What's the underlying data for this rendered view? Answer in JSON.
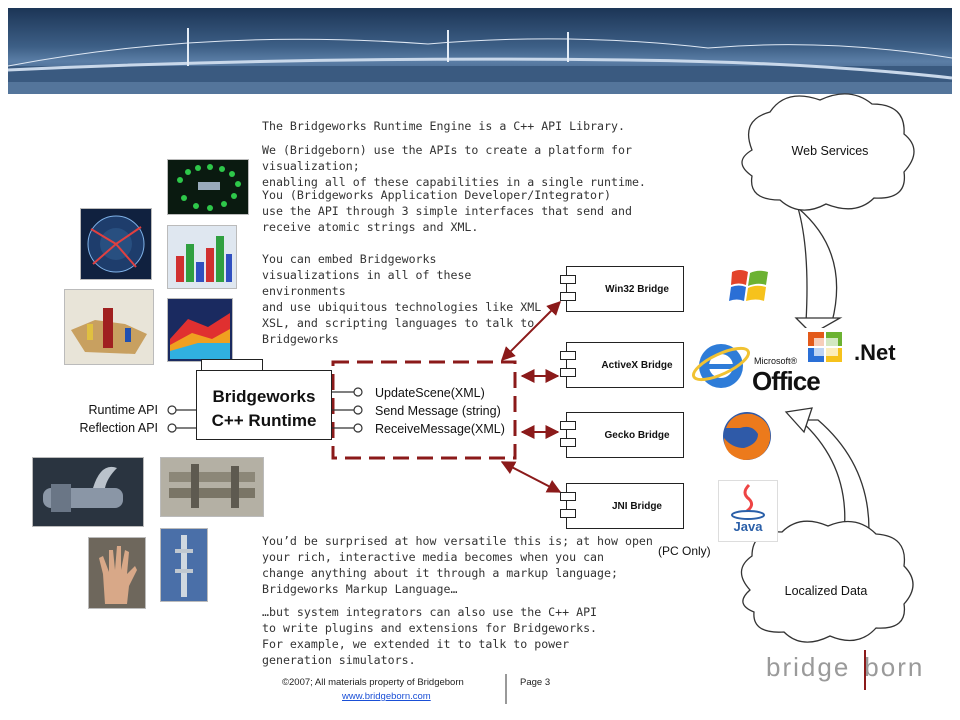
{
  "paragraphs": {
    "p1": "The Bridgeworks Runtime Engine is a C++ API Library.",
    "p2": "We (Bridgeborn) use the APIs to create a platform for visualization;\nenabling all of these capabilities in a single runtime.",
    "p3": "You (Bridgeworks Application Developer/Integrator)\nuse the API through 3 simple interfaces that send and\nreceive atomic strings and XML.",
    "p4": "You can embed Bridgeworks\nvisualizations in all of these environments\nand use ubiquitous technologies like XML\nXSL, and scripting languages to talk to\nBridgeworks",
    "p5": "You’d be surprised at how versatile this is; at how open\nyour rich, interactive media becomes when you can\nchange anything about it through a markup language;\nBridgeworks Markup Language…",
    "p6": "…but system integrators can also use the C++ API\nto write plugins and extensions for Bridgeworks.\nFor example, we extended it to talk to power\ngeneration simulators."
  },
  "runtime": {
    "title_line1": "Bridgeworks",
    "title_line2": "C++ Runtime",
    "apis": [
      "Runtime API",
      "Reflection API"
    ],
    "interfaces": [
      "UpdateScene(XML)",
      "Send Message (string)",
      "ReceiveMessage(XML)"
    ]
  },
  "bridges": [
    "Win32 Bridge",
    "ActiveX Bridge",
    "Gecko Bridge",
    "JNI Bridge"
  ],
  "clouds": {
    "top": "Web Services",
    "bottom": "Localized Data"
  },
  "labels": {
    "net": ".Net",
    "pc_only": "(PC Only)",
    "office_small": "Microsoft®",
    "office_big": "Office",
    "java": "Java"
  },
  "logo": {
    "left": "bridge",
    "right": "born"
  },
  "footer": {
    "copyright": "©2007; All materials property of Bridgeborn",
    "url": "www.bridgeborn.com",
    "page": "Page 3"
  },
  "colors": {
    "accent_red": "#8b1a1a",
    "link": "#1a4fd6"
  }
}
